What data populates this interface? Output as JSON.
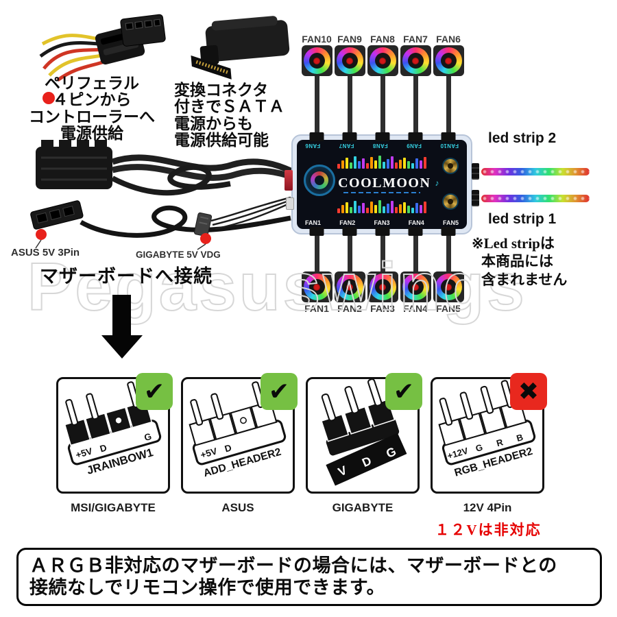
{
  "power_note": {
    "lines": [
      "ペリフェラル",
      "４ピンから",
      "コントローラーへ",
      "電源供給"
    ]
  },
  "sata_note": {
    "lines": [
      "変換コネクタ",
      "付きでＳＡＴＡ",
      "電源からも",
      "電源供給可能"
    ]
  },
  "fans_top": [
    "FAN10",
    "FAN9",
    "FAN8",
    "FAN7",
    "FAN6"
  ],
  "fans_bottom": [
    "FAN1",
    "FAN2",
    "FAN3",
    "FAN4",
    "FAN5"
  ],
  "controller": {
    "brand": "COOLMOON",
    "logo_icon": "☠",
    "note_icon": "♪",
    "top_labels": [
      "FAN10",
      "FAN9",
      "FAN8",
      "FAN7",
      "FAN6"
    ],
    "bottom_labels": [
      "FAN1",
      "FAN2",
      "FAN3",
      "FAN4",
      "FAN5"
    ]
  },
  "led": {
    "strip2_label": "led strip 2",
    "strip1_label": "led strip 1",
    "disclaimer_lines": [
      "※Led stripは",
      "本商品には",
      "含まれません"
    ]
  },
  "motherboard": {
    "asus_label": "ASUS 5V 3Pin",
    "gigabyte_label": "GIGABYTE 5V  VDG",
    "connect_label": "マザーボードへ接続"
  },
  "watermark": "Pegasuswings",
  "compat": {
    "items": [
      {
        "label": "MSI/GIGABYTE",
        "mark": "✔",
        "pins": [
          "+5V",
          "D",
          "G"
        ],
        "header": "JRAINBOW1"
      },
      {
        "label": "ASUS",
        "mark": "✔",
        "pins": [
          "+5V",
          "D"
        ],
        "header": "ADD_HEADER2"
      },
      {
        "label": "GIGABYTE",
        "mark": "✔",
        "pins": [
          "V",
          "D",
          "G"
        ],
        "header": ""
      },
      {
        "label": "12V 4Pin",
        "mark": "✖",
        "pins": [
          "+12V",
          "G",
          "R",
          "B"
        ],
        "header": "RGB_HEADER2"
      }
    ],
    "warning": "１２Vは非対応"
  },
  "footer": {
    "lines": [
      "ＡＲＧＢ非対応のマザーボードの場合には、マザーボードとの",
      "接続なしでリモコン操作で使用できます。"
    ]
  },
  "colors": {
    "check_badge": "#76c043",
    "cross_badge": "#e8281e",
    "warning_text": "#e60000",
    "controller_accent": "#35cfe0",
    "power_dot": "#e8211b"
  }
}
